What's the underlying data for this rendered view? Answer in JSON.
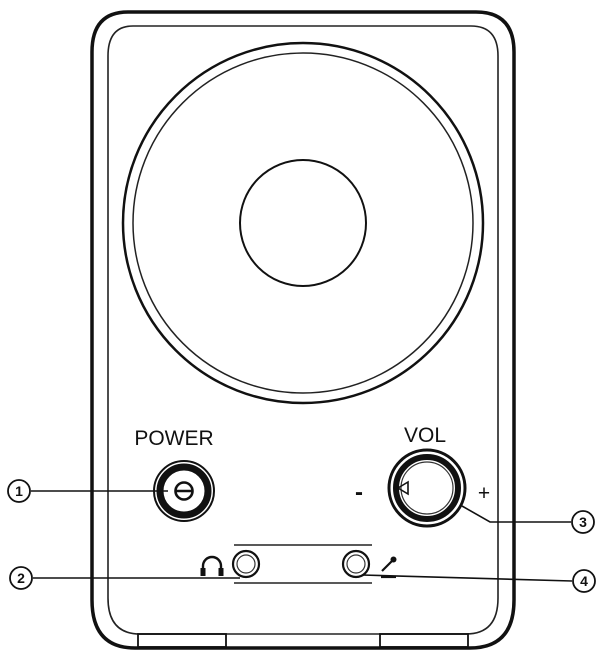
{
  "labels": {
    "power": "POWER",
    "volume": "VOL",
    "volume_minus": "-",
    "volume_plus": "+"
  },
  "callouts": [
    {
      "number": "1",
      "target": "power-button"
    },
    {
      "number": "2",
      "target": "headphone-jack"
    },
    {
      "number": "3",
      "target": "volume-knob"
    },
    {
      "number": "4",
      "target": "microphone-jack"
    }
  ],
  "icons": {
    "headphone": "headphone-icon",
    "microphone": "microphone-icon",
    "power": "power-symbol-icon",
    "volume_pointer": "triangle-pointer-icon"
  },
  "colors": {
    "line": "#111111",
    "background": "#ffffff"
  }
}
